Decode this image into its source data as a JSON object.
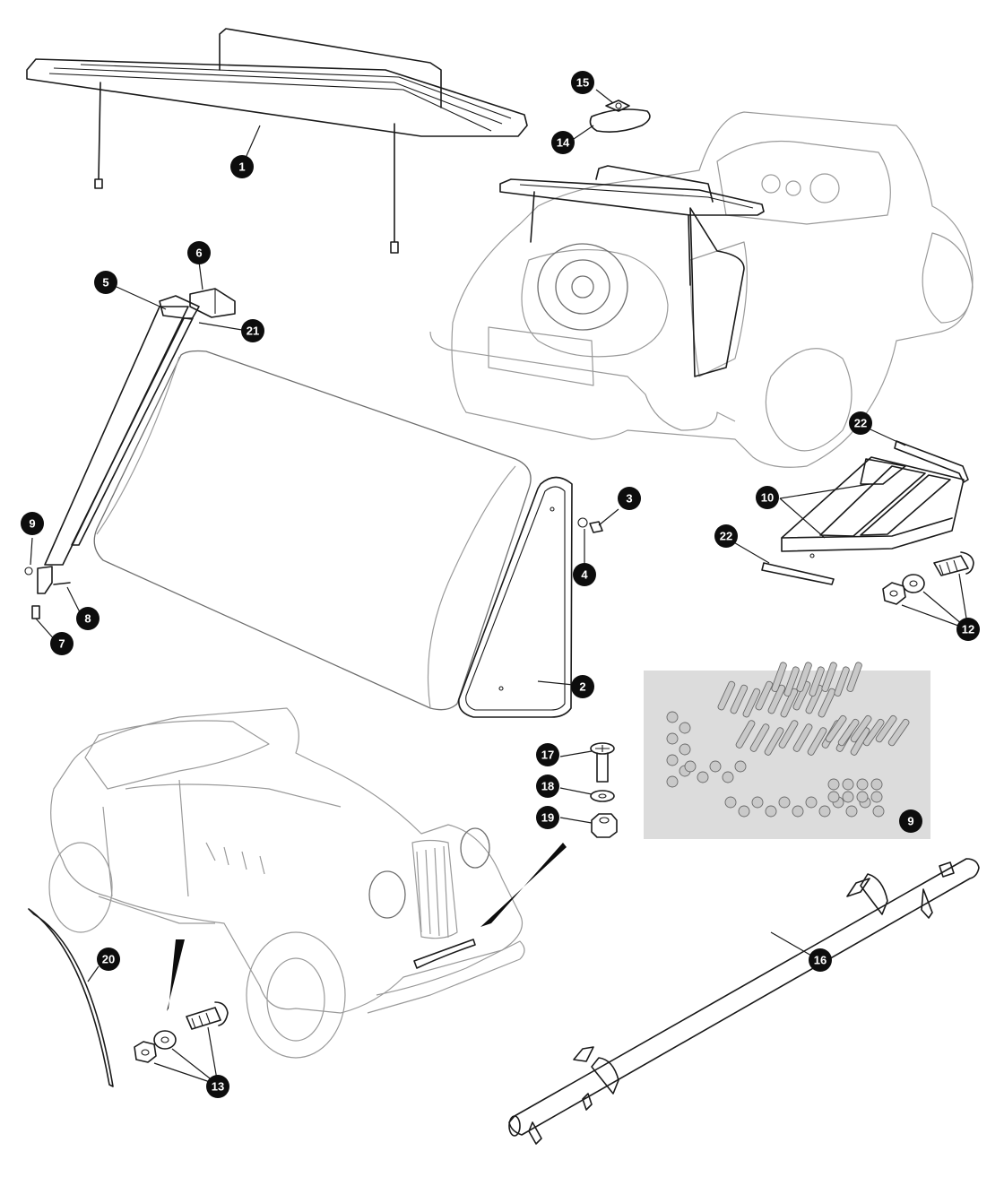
{
  "diagram": {
    "callouts": [
      {
        "id": "c1",
        "label": "1"
      },
      {
        "id": "c2",
        "label": "2"
      },
      {
        "id": "c3",
        "label": "3"
      },
      {
        "id": "c4",
        "label": "4"
      },
      {
        "id": "c5",
        "label": "5"
      },
      {
        "id": "c6",
        "label": "6"
      },
      {
        "id": "c7",
        "label": "7"
      },
      {
        "id": "c8",
        "label": "8"
      },
      {
        "id": "c9a",
        "label": "9"
      },
      {
        "id": "c9b",
        "label": "9"
      },
      {
        "id": "c10",
        "label": "10"
      },
      {
        "id": "c12",
        "label": "12"
      },
      {
        "id": "c13",
        "label": "13"
      },
      {
        "id": "c14",
        "label": "14"
      },
      {
        "id": "c15",
        "label": "15"
      },
      {
        "id": "c16",
        "label": "16"
      },
      {
        "id": "c17",
        "label": "17"
      },
      {
        "id": "c18",
        "label": "18"
      },
      {
        "id": "c19",
        "label": "19"
      },
      {
        "id": "c20",
        "label": "20"
      },
      {
        "id": "c21",
        "label": "21"
      },
      {
        "id": "c22a",
        "label": "22"
      },
      {
        "id": "c22b",
        "label": "22"
      }
    ],
    "colors": {
      "callout": "#0d0d0d",
      "line": "#1a1a1a",
      "ghost": "#9a9a9a",
      "photo_bg": "#dcdcdc"
    }
  }
}
